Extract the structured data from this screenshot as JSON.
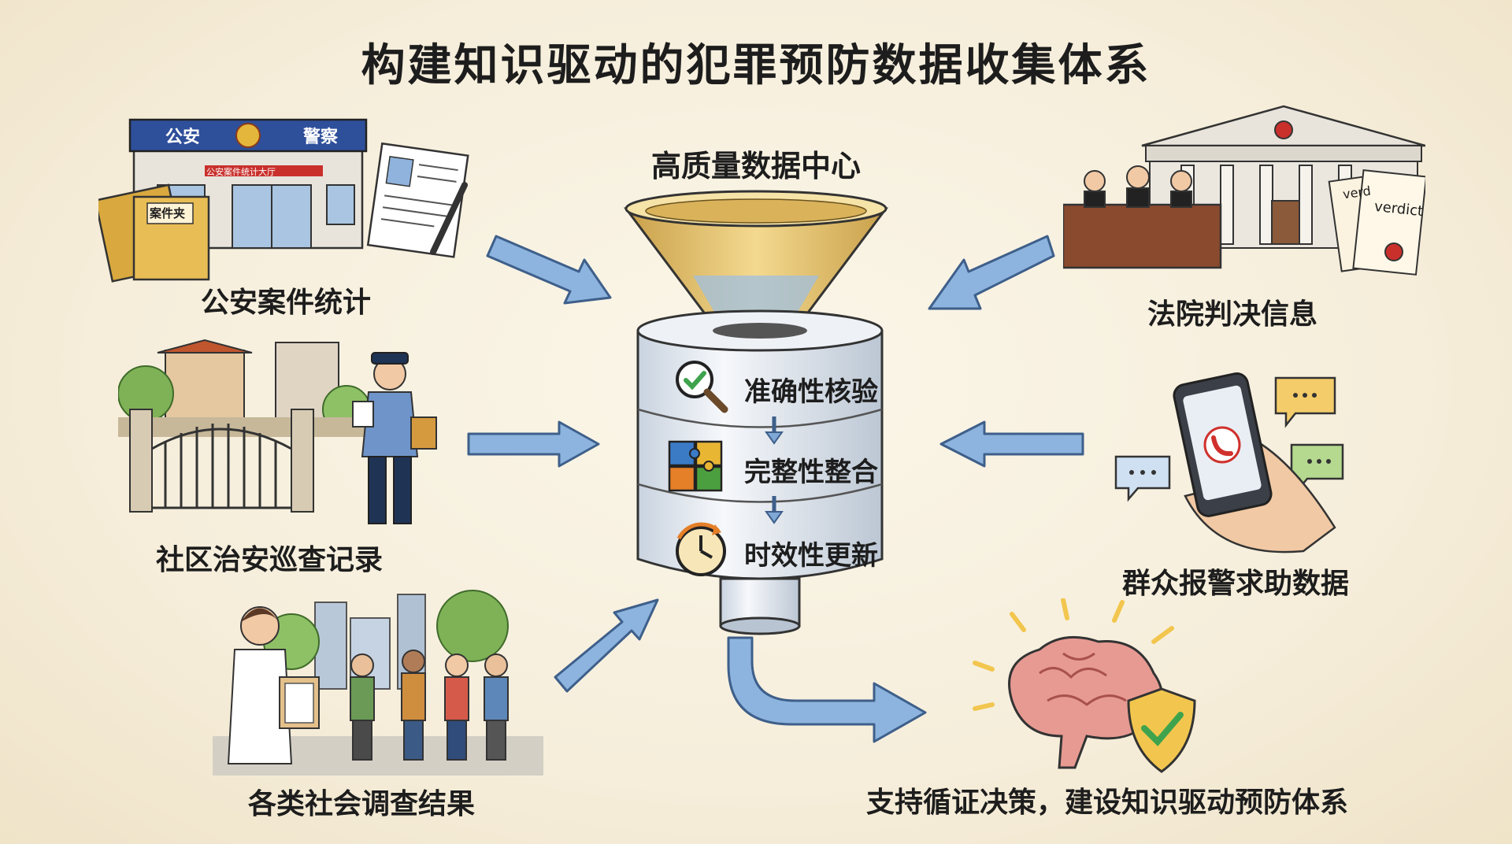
{
  "title": "构建知识驱动的犯罪预防数据收集体系",
  "hub": {
    "label": "高质量数据中心",
    "steps": [
      "准确性核验",
      "完整性整合",
      "时效性更新"
    ]
  },
  "sources": {
    "police": {
      "label": "公安案件统计",
      "sign_left": "公安",
      "sign_right": "警察",
      "banner": "公安案件统计大厅",
      "folder": "案件夹"
    },
    "patrol": {
      "label": "社区治安巡查记录"
    },
    "survey": {
      "label": "各类社会调查结果"
    },
    "court": {
      "label": "法院判决信息",
      "scroll1": "verd",
      "scroll2": "verdict"
    },
    "hotline": {
      "label": "群众报警求助数据"
    }
  },
  "outcome": {
    "label": "支持循证决策，建设知识驱动预防体系"
  },
  "colors": {
    "arrow": "#7fa8d6",
    "arrow_stroke": "#3e5f8a",
    "funnel": "#e7c169",
    "cylinder": "#eef2f7",
    "brain": "#e79a92",
    "shield": "#f2c64e",
    "check": "#3fa34d"
  },
  "icons": [
    "magnifier-check-icon",
    "puzzle-icon",
    "clock-refresh-icon",
    "brain-icon",
    "shield-check-icon",
    "phone-icon",
    "chat-bubble-icon"
  ]
}
